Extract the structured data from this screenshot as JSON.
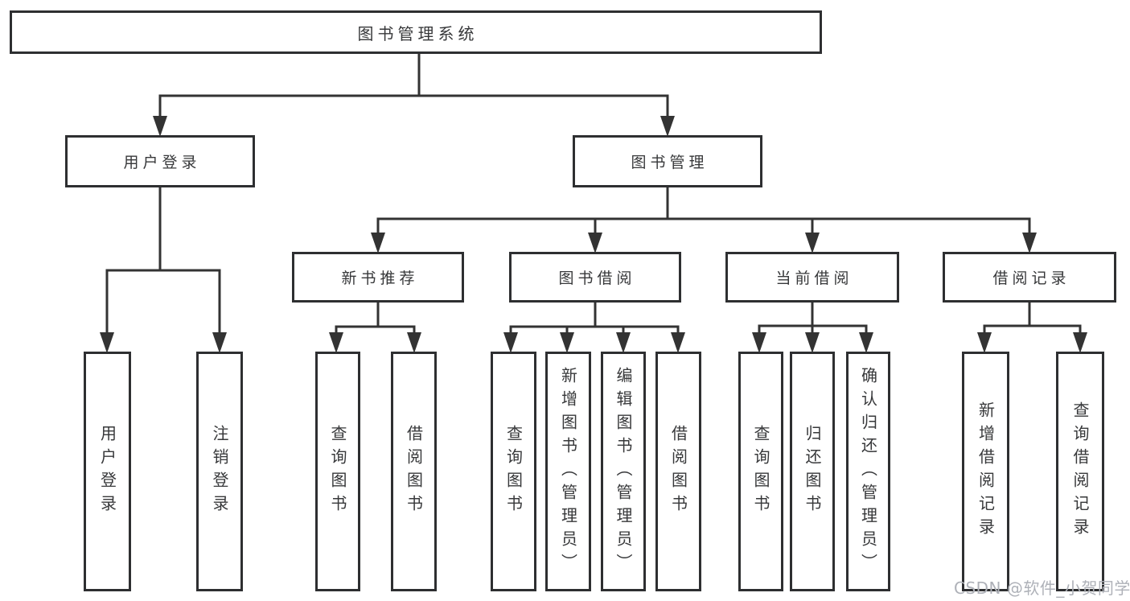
{
  "tree": {
    "root": "图书管理系统",
    "branches": [
      {
        "label": "用户登录",
        "children": [
          "用户登录",
          "注销登录"
        ]
      },
      {
        "label": "图书管理",
        "groups": [
          {
            "label": "新书推荐",
            "children": [
              "查询图书",
              "借阅图书"
            ]
          },
          {
            "label": "图书借阅",
            "children": [
              "查询图书",
              "新增图书（管理员）",
              "编辑图书（管理员）",
              "借阅图书"
            ]
          },
          {
            "label": "当前借阅",
            "children": [
              "查询图书",
              "归还图书",
              "确认归还（管理员）"
            ]
          },
          {
            "label": "借阅记录",
            "children": [
              "新增借阅记录",
              "查询借阅记录"
            ]
          }
        ]
      }
    ]
  },
  "watermark": {
    "text": "CSDN @软件_小贺同学"
  },
  "colors": {
    "line": "#333333",
    "box_border": "#2e2f31",
    "text": "#37383a",
    "watermark": "#aeb1b8",
    "background": "#ffffff"
  }
}
